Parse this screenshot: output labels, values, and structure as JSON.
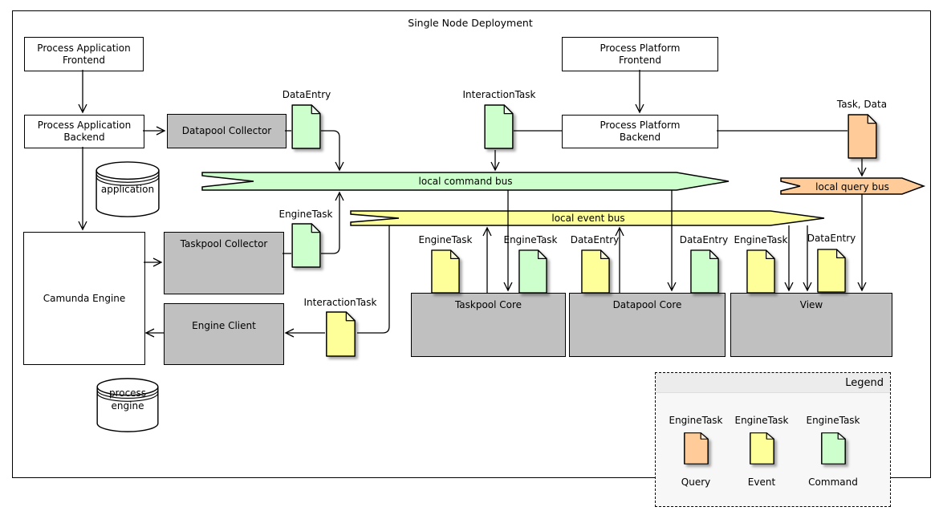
{
  "diagram": {
    "title": "Single Node Deployment"
  },
  "colors": {
    "command": "#ccffcc",
    "event": "#ffff99",
    "query": "#ffcc99",
    "node_gray": "#c0c0c0",
    "legend_bg": "#f7f7f7",
    "legend_header": "#ececec"
  },
  "nodes": {
    "pa_frontend": {
      "label": "Process Application\nFrontend"
    },
    "pa_backend": {
      "label": "Process Application\nBackend"
    },
    "datapool_collector": {
      "label": "Datapool Collector"
    },
    "taskpool_collector": {
      "label": "Taskpool Collector"
    },
    "camunda_engine": {
      "label": "Camunda Engine"
    },
    "engine_client": {
      "label": "Engine Client"
    },
    "pp_frontend": {
      "label": "Process Platform\nFrontend"
    },
    "pp_backend": {
      "label": "Process Platform\nBackend"
    },
    "taskpool_core": {
      "label": "Taskpool Core"
    },
    "datapool_core": {
      "label": "Datapool Core"
    },
    "view": {
      "label": "View"
    }
  },
  "databases": {
    "application": {
      "label": "application"
    },
    "process_engine": {
      "label": "process\nengine"
    }
  },
  "buses": {
    "command": {
      "label": "local command bus"
    },
    "event": {
      "label": "local event bus"
    },
    "query": {
      "label": "local query bus"
    }
  },
  "documents": {
    "dataentry_collector": {
      "label": "DataEntry",
      "type": "command"
    },
    "interactiontask_platform": {
      "label": "InteractionTask",
      "type": "command"
    },
    "task_data": {
      "label": "Task, Data",
      "type": "query"
    },
    "enginetask_collector": {
      "label": "EngineTask",
      "type": "command"
    },
    "interactiontask_client": {
      "label": "InteractionTask",
      "type": "event"
    },
    "enginetask_taskpool_event": {
      "label": "EngineTask",
      "type": "event"
    },
    "enginetask_taskpool_command": {
      "label": "EngineTask",
      "type": "command"
    },
    "dataentry_datapool_event": {
      "label": "DataEntry",
      "type": "event"
    },
    "dataentry_datapool_command": {
      "label": "DataEntry",
      "type": "command"
    },
    "enginetask_view": {
      "label": "EngineTask",
      "type": "event"
    },
    "dataentry_view": {
      "label": "DataEntry",
      "type": "event"
    }
  },
  "legend": {
    "title": "Legend",
    "items": [
      {
        "label": "EngineTask",
        "caption": "Query",
        "type": "query"
      },
      {
        "label": "EngineTask",
        "caption": "Event",
        "type": "event"
      },
      {
        "label": "EngineTask",
        "caption": "Command",
        "type": "command"
      }
    ]
  }
}
